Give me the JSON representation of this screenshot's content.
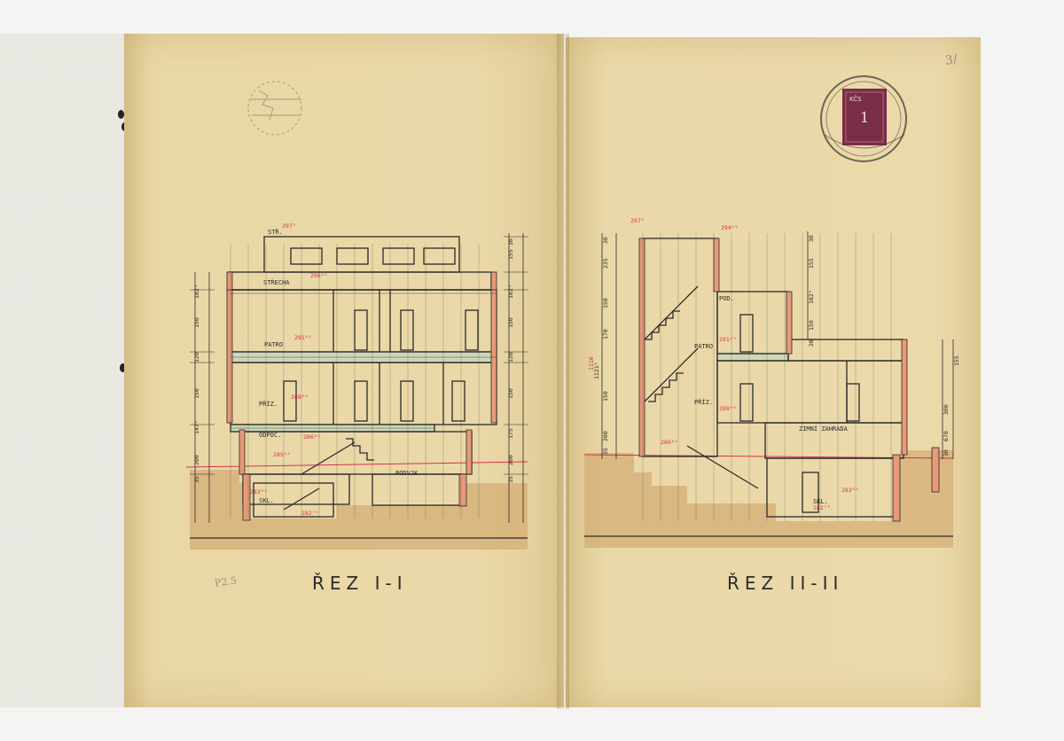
{
  "sheets": {
    "left": {
      "section_title": "ŘEZ I-I",
      "levels": {
        "roof_top": "STŘ.",
        "roof": "STŘECHA",
        "upper_floor": "PATRO",
        "ground_floor": "PŘÍZ.",
        "lobby": "ODPOČ.",
        "basement": "SKL.",
        "utility": "PODVJK"
      },
      "dimensions_right": [
        "30",
        "155",
        "182⁵",
        "150",
        "120",
        "150",
        "175",
        "200",
        "35"
      ],
      "dimensions_left": [
        "182⁵",
        "150",
        "120",
        "150",
        "147⁵",
        "200",
        "35"
      ],
      "elevations_red": [
        "297⁵",
        "296⁵⁵",
        "291⁶⁵",
        "288⁸⁵",
        "286⁸⁵",
        "285⁴⁵",
        "283⁹⁵",
        "282⁷⁵"
      ],
      "pencil_note": "P2.5"
    },
    "right": {
      "section_title": "ŘEZ II-II",
      "levels": {
        "upper_floor": "PATRO",
        "ground_floor": "PŘÍZ.",
        "landing": "POD.",
        "garden": "ZIMNÍ ZAHRADA",
        "basement": "SKL."
      },
      "dimensions_left": [
        "30",
        "235",
        "150",
        "170",
        "1110",
        "1121⁵",
        "150",
        "200",
        "35"
      ],
      "dimensions_right": [
        "30",
        "155",
        "182⁵",
        "150",
        "20",
        "155",
        "300",
        "670",
        "30"
      ],
      "elevations_red": [
        "297⁵",
        "294⁶⁵",
        "291⁶⁵",
        "288⁸⁵",
        "286⁸⁵",
        "283⁹⁵",
        "282⁷⁵"
      ],
      "page_number": "3/"
    }
  },
  "stamp": {
    "value": "1",
    "text": "KČS"
  },
  "colors": {
    "paper": "#e8d6a4",
    "ink": "#2a2a2a",
    "red_ink": "#d8324a",
    "brick": "#e79a78",
    "ground": "#d4ad74",
    "stamp": "#7a2e45"
  }
}
